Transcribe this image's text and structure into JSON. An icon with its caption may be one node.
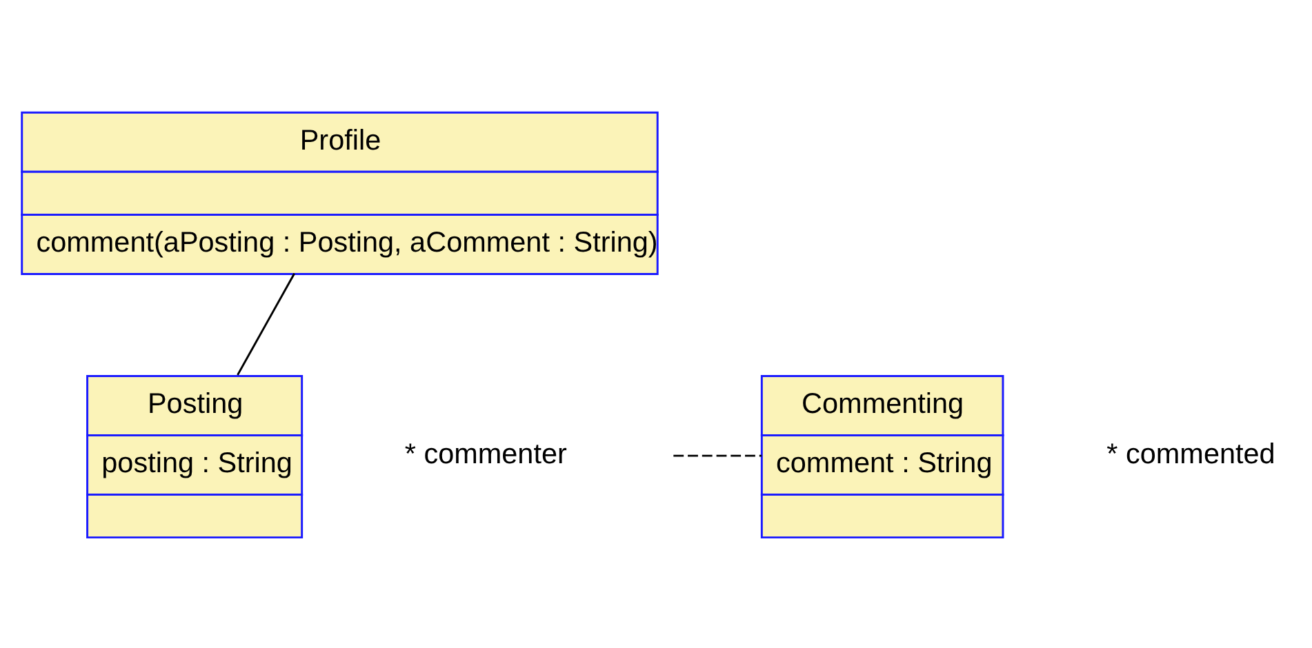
{
  "diagram": {
    "nodes": [
      {
        "text": [
          "Profile",
          "comment(aPosting : Posting, aComment : String)"
        ]
      },
      {
        "text": [
          "Posting",
          "posting : String"
        ]
      },
      {
        "text": [
          "Commenting",
          "comment : String"
        ]
      }
    ],
    "edges": [
      {
        "from": 0,
        "to": 1,
        "arrow": "none"
      },
      {
        "from": null,
        "to": 2,
        "arrow": "none",
        "style": "dashed"
      }
    ],
    "labels": [
      "* commenter",
      "* commented"
    ]
  }
}
